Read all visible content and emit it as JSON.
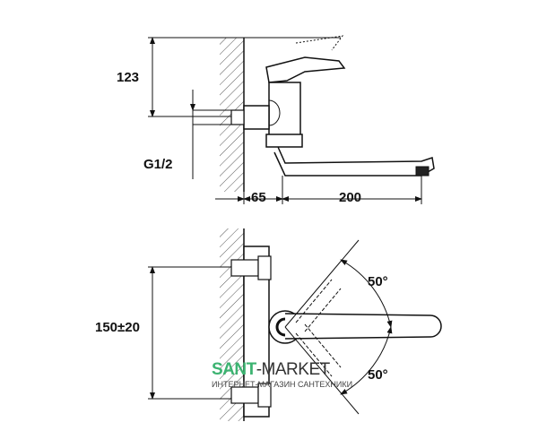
{
  "dimensions": {
    "height_label": "123",
    "thread_label": "G1/2",
    "wall_offset_label": "65",
    "spout_length_label": "200",
    "inlet_spacing_label": "150±20",
    "angle_upper_label": "50°",
    "angle_lower_label": "50°"
  },
  "watermark": {
    "brand_part1": "SANT",
    "brand_part2": "-MARKET",
    "tagline": "ИНТЕРНЕТ-МАГАЗИН САНТЕХНИКИ"
  }
}
